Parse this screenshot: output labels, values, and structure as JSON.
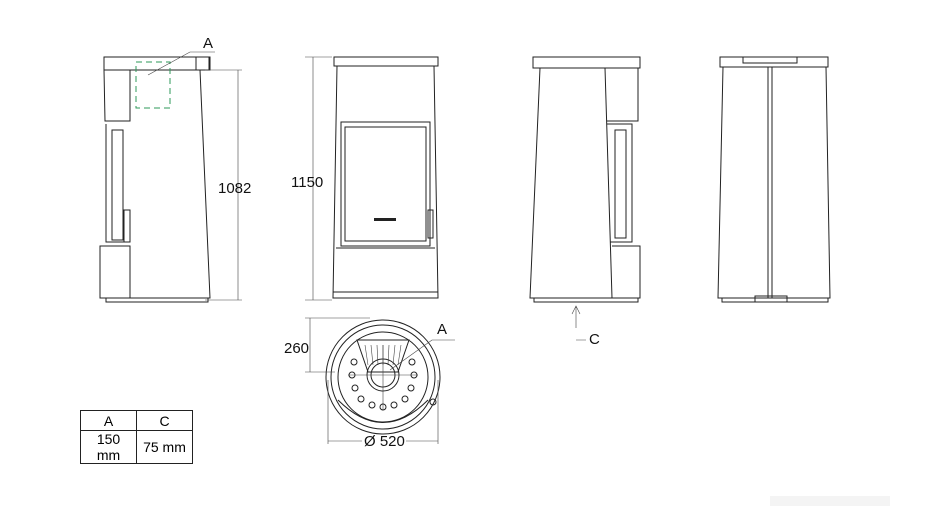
{
  "dimensions": {
    "height_side": "1082",
    "height_front": "1150",
    "depth_offset": "260",
    "diameter": "Ø 520"
  },
  "labels": {
    "a_side": "A",
    "a_top": "A",
    "c_back": "C"
  },
  "table": {
    "headers": [
      "A",
      "C"
    ],
    "values": [
      "150 mm",
      "75 mm"
    ]
  },
  "colors": {
    "line": "#222222",
    "flue_marker": "#2e9a5a"
  }
}
